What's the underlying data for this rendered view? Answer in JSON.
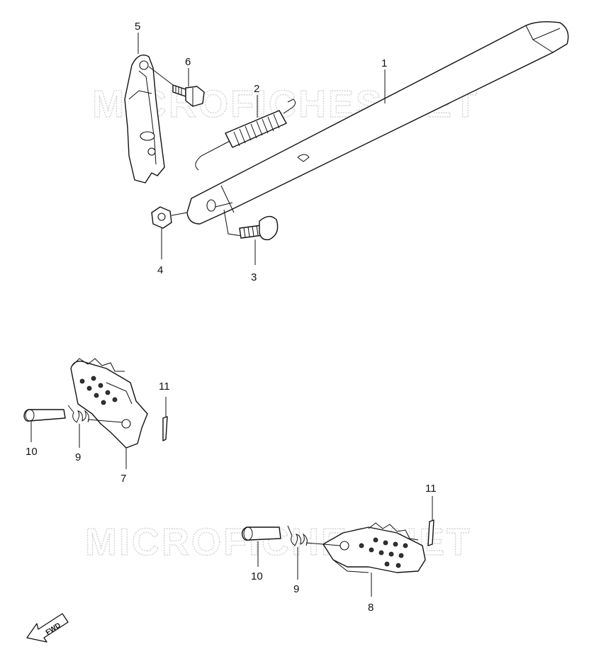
{
  "watermark": "MICROFICHES.NET",
  "callouts": {
    "c1": "1",
    "c2": "2",
    "c3": "3",
    "c4": "4",
    "c5": "5",
    "c6": "6",
    "c7": "7",
    "c8": "8",
    "c9a": "9",
    "c9b": "9",
    "c10a": "10",
    "c10b": "10",
    "c11a": "11",
    "c11b": "11"
  },
  "fwd_label": "FWD",
  "colors": {
    "line": "#111111",
    "watermark": "#d4d4d4",
    "background": "#ffffff"
  }
}
